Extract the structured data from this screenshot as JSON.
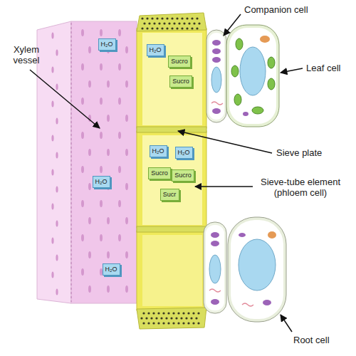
{
  "diagram": {
    "nodes": [
      {
        "text": [
          "H₂O"
        ]
      },
      {
        "text": [
          "H₂O"
        ]
      },
      {
        "text": [
          "Sucro"
        ]
      },
      {
        "text": [
          "Sucro"
        ]
      },
      {
        "text": [
          "H₂O"
        ]
      },
      {
        "text": [
          "H₂O"
        ]
      },
      {
        "text": [
          "Sucro"
        ]
      },
      {
        "text": [
          "Sucro"
        ]
      },
      {
        "text": [
          "H₂O"
        ]
      },
      {
        "text": [
          "Sucr"
        ]
      },
      {
        "text": [
          "H₂O"
        ]
      }
    ],
    "labels": [
      "Companion cell",
      "Xylem vessel",
      "Leaf cell",
      "Sieve plate",
      "Sieve-tube element (phloem cell)",
      "Root cell"
    ]
  }
}
